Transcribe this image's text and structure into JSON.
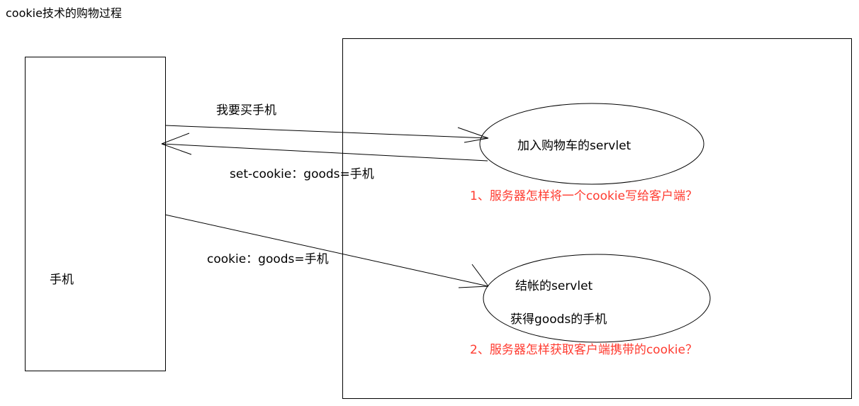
{
  "title": "cookie技术的购物过程",
  "client": {
    "label": "手机"
  },
  "messages": {
    "request_buy": "我要买手机",
    "set_cookie": "set-cookie：goods=手机",
    "send_cookie": "cookie：goods=手机"
  },
  "servlets": {
    "add_to_cart": "加入购物车的servlet",
    "checkout": "结帐的servlet",
    "checkout_detail": "获得goods的手机"
  },
  "questions": {
    "q1": "1、服务器怎样将一个cookie写给客户端？",
    "q2": "2、服务器怎样获取客户端携带的cookie？"
  },
  "colors": {
    "line": "#000000",
    "question_text": "#ff3b30",
    "background": "#ffffff"
  }
}
